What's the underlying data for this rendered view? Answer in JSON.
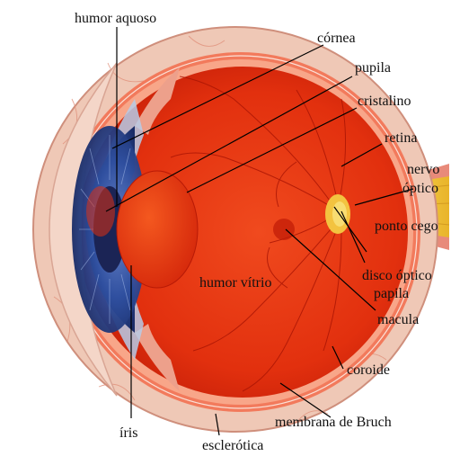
{
  "labels": {
    "humor_aquoso": "humor aquoso",
    "cornea": "córnea",
    "pupila": "pupila",
    "cristalino": "cristalino",
    "retina": "retina",
    "nervo": "nervo",
    "optico": "óptico",
    "ponto_cego": "ponto cego",
    "disco_optico": "disco óptico",
    "papila": "papila",
    "humor_vitrio": "humor vítrio",
    "macula": "macula",
    "coroide": "coroide",
    "membrana_bruch": "membrana de Bruch",
    "iris": "íris",
    "esclerotica": "esclerótica"
  },
  "colors": {
    "sclera": "#efc8b6",
    "sclera_edge": "#d99a86",
    "choroid": "#f06a4a",
    "retina_band": "#f8b09a",
    "vitreous": "#e5330f",
    "vitreous_dark": "#c71d08",
    "iris_blue": "#2e4f9e",
    "iris_dark": "#1b2f6b",
    "lens": "#e8300c",
    "nerve": "#f2c83a",
    "vessel": "#9a1206"
  }
}
